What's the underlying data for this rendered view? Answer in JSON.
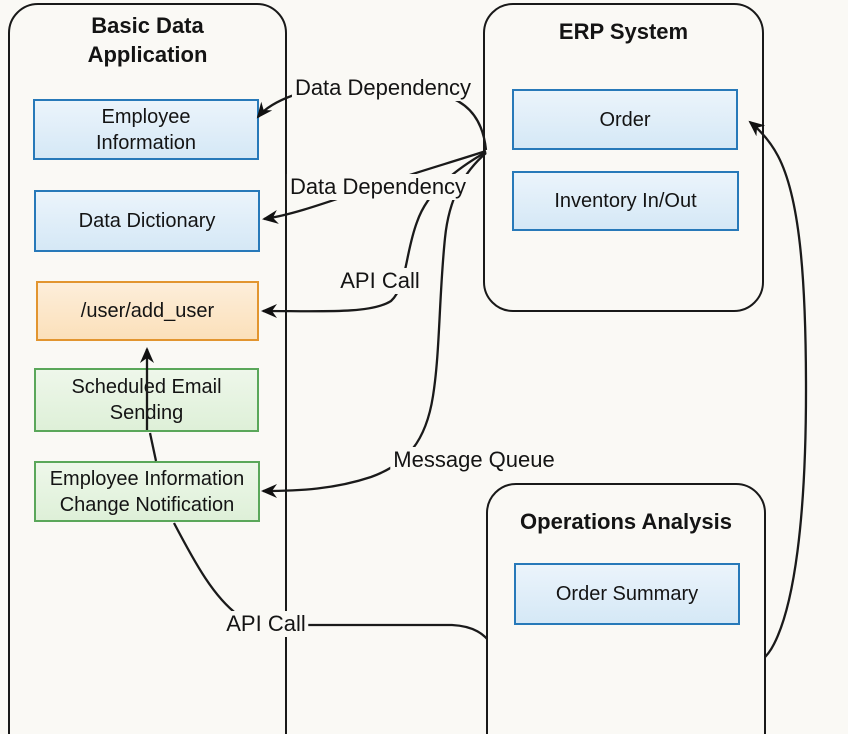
{
  "diagram": {
    "type": "architecture-flowchart",
    "containers": {
      "basic": {
        "title": "Basic Data\nApplication"
      },
      "erp": {
        "title": "ERP System"
      },
      "ops": {
        "title": "Operations Analysis"
      }
    },
    "nodes": {
      "employee_information": {
        "label": "Employee\nInformation",
        "color": "blue"
      },
      "data_dictionary": {
        "label": "Data Dictionary",
        "color": "blue"
      },
      "add_user": {
        "label": "/user/add_user",
        "color": "orange"
      },
      "scheduled_email": {
        "label": "Scheduled Email\nSending",
        "color": "green"
      },
      "employee_change": {
        "label": "Employee Information\nChange Notification",
        "color": "green"
      },
      "order": {
        "label": "Order",
        "color": "blue"
      },
      "inventory": {
        "label": "Inventory In/Out",
        "color": "blue"
      },
      "order_summary": {
        "label": "Order Summary",
        "color": "blue"
      }
    },
    "edge_labels": {
      "dd1": "Data Dependency",
      "dd2": "Data Dependency",
      "api1": "API Call",
      "mq": "Message Queue",
      "api2": "API Call"
    },
    "edges": [
      {
        "from": "ERP System",
        "to": "Employee Information",
        "label": "Data Dependency"
      },
      {
        "from": "ERP System",
        "to": "Data Dictionary",
        "label": "Data Dependency"
      },
      {
        "from": "ERP System",
        "to": "/user/add_user",
        "label": "API Call"
      },
      {
        "from": "ERP System",
        "to": "Employee Information Change Notification",
        "label": "Message Queue"
      },
      {
        "from": "Scheduled Email Sending",
        "to": "/user/add_user",
        "label": ""
      },
      {
        "from": "Employee Information Change Notification",
        "to": "Scheduled Email Sending",
        "label": ""
      },
      {
        "from": "Employee Information Change Notification",
        "to": "Order",
        "label": "API Call"
      }
    ],
    "colors": {
      "background": "#faf9f5",
      "line": "#1a1a1a",
      "blue_fill": "#dcecf8",
      "blue_border": "#2779b9",
      "orange_fill": "#fbe4c6",
      "orange_border": "#e2952f",
      "green_fill": "#e4f2df",
      "green_border": "#5aa75a"
    }
  }
}
